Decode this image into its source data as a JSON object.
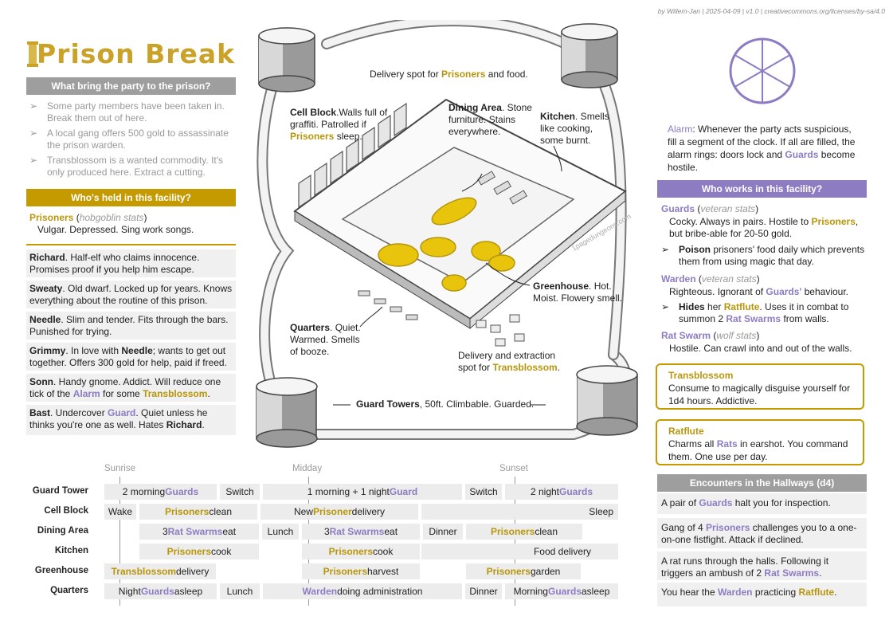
{
  "credit": "by Willem-Jan | 2025-04-09 | v1.0 | creativecommons.org/licenses/by-sa/4.0",
  "title": "Prison Break",
  "watermark": "1pagedungeons.com",
  "colors": {
    "gold": "#c49a00",
    "purple": "#8e7cc3",
    "gray": "#9e9e9e"
  },
  "hooks": {
    "header": "What bring the party to the prison?",
    "items": [
      "Some party members have been taken in. Break them out of here.",
      "A local gang offers 500 gold to assassinate the prison warden.",
      "Transblossom is a wanted commodity. It's only produced here. Extract a cutting."
    ]
  },
  "held": {
    "header": "Who's held in this facility?",
    "group_name": "Prisoners",
    "group_stats": "hobgoblin stats",
    "group_desc": "Vulgar. Depressed. Sing work songs.",
    "npcs": [
      {
        "name": "Richard",
        "text": ". Half-elf who claims innocence. Promises proof if you help him escape."
      },
      {
        "name": "Sweaty",
        "text": ". Old dwarf. Locked up for years. Knows everything about the routine of this prison."
      },
      {
        "name": "Needle",
        "text": ". Slim and tender. Fits through the bars. Punished for trying."
      },
      {
        "name": "Grimmy",
        "a": ". In love with ",
        "b": "Needle",
        "c": "; wants to get out together. Offers 300 gold for help, paid if freed."
      },
      {
        "name": "Sonn",
        "a": ". Handy gnome. Addict. Will reduce one tick of the ",
        "b": "Alarm",
        "c": " for some ",
        "d": "Transblossom",
        "e": "."
      },
      {
        "name": "Bast",
        "a": ". Undercover ",
        "b": "Guard",
        "c": ". Quiet unless he thinks you're one as well. Hates ",
        "d": "Richard",
        "e": "."
      }
    ]
  },
  "map": {
    "delivery_top_a": "Delivery spot for ",
    "delivery_top_b": "Prisoners",
    "delivery_top_c": " and food.",
    "cell_block_name": "Cell Block",
    "cell_block_text": ".Walls full of graffiti. Patrolled if ",
    "cell_block_prisoners": "Prisoners",
    "cell_block_end": " sleep.",
    "dining_name": "Dining Area",
    "dining_text": ". Stone furniture. Stains everywhere.",
    "kitchen_name": "Kitchen",
    "kitchen_text": ". Smells like cooking, some burnt.",
    "greenhouse_name": "Greenhouse",
    "greenhouse_text": ". Hot. Moist. Flowery smell.",
    "quarters_name": "Quarters",
    "quarters_text": ". Quiet. Warmed. Smells of booze.",
    "delivery_bottom_a": "Delivery and extraction spot for ",
    "delivery_bottom_b": "Transblossom",
    "delivery_bottom_c": ".",
    "towers_name": "Guard Towers",
    "towers_text": ", 50ft. Climbable. Guarded."
  },
  "alarm": {
    "name": "Alarm",
    "text": ": Whenever the party acts suspicious, fill a segment of the clock. If all are filled, the alarm rings: doors lock and ",
    "guards": "Guards",
    "end": " become hostile."
  },
  "works": {
    "header": "Who works in this facility?",
    "guards_name": "Guards",
    "guards_stats": "veteran stats",
    "guards_a": "Cocky. Always in pairs. Hostile to ",
    "guards_b": "Prisoners",
    "guards_c": ", but bribe-able for 20-50 gold.",
    "poison_name": "Poison",
    "poison_text": " prisoners' food daily which prevents them from using magic that day.",
    "warden_name": "Warden",
    "warden_stats": "veteran stats",
    "warden_a": "Righteous. Ignorant of ",
    "warden_b": "Guards'",
    "warden_c": " behaviour.",
    "hides_name": "Hides",
    "hides_a": " her ",
    "hides_b": "Ratflute",
    "hides_c": ". Uses it in combat to summon 2 ",
    "hides_d": "Rat Swarms",
    "hides_e": " from walls.",
    "rat_name": "Rat Swarm",
    "rat_stats": "wolf stats",
    "rat_desc": "Hostile. Can crawl into and out of the walls."
  },
  "items": [
    {
      "title": "Transblossom",
      "text": "Consume to magically disguise yourself for 1d4 hours. Addictive."
    },
    {
      "title": "Ratflute",
      "a": "Charms all ",
      "b": "Rats",
      "c": " in earshot. You command them. One use per day."
    }
  ],
  "encounters": {
    "header": "Encounters in the Hallways (d4)",
    "e1_a": "A pair of ",
    "e1_b": "Guards",
    "e1_c": " halt you for inspection.",
    "e2_a": "Gang of 4 ",
    "e2_b": "Prisoners",
    "e2_c": " challenges you to a one-on-one fistfight. Attack if declined.",
    "e3_a": "A rat runs through the halls. Following it triggers an ambush of 2 ",
    "e3_b": "Rat Swarms",
    "e3_c": ".",
    "e4_a": "You hear the ",
    "e4_b": "Warden",
    "e4_c": " practicing ",
    "e4_d": "Ratflute",
    "e4_e": "."
  },
  "schedule": {
    "times": [
      "Sunrise",
      "Midday",
      "Sunset"
    ],
    "rows": [
      {
        "label": "Guard Tower",
        "cells": [
          {
            "a": "2 morning ",
            "b": "Guards"
          },
          {
            "a": "Switch"
          },
          {
            "a": "1 morning + 1 night ",
            "b": "Guard"
          },
          {
            "a": "Switch"
          },
          {
            "a": "2 night ",
            "b": "Guards"
          }
        ]
      },
      {
        "label": "Cell Block",
        "cells": [
          {
            "a": "Wake"
          },
          {
            "g": "Prisoners",
            "a": " clean"
          },
          {
            "a": "New ",
            "g": "Prisoner",
            "c": " delivery"
          },
          {
            "a": "Sleep"
          }
        ]
      },
      {
        "label": "Dining Area",
        "cells": [
          {
            "a": "3 ",
            "b": "Rat Swarms",
            "c": " eat"
          },
          {
            "a": "Lunch"
          },
          {
            "a": "3 ",
            "b": "Rat Swarms",
            "c": " eat"
          },
          {
            "a": "Dinner"
          },
          {
            "g": "Prisoners",
            "a": " clean"
          }
        ]
      },
      {
        "label": "Kitchen",
        "cells": [
          {
            "g": "Prisoners",
            "a": " cook"
          },
          {
            "g": "Prisoners",
            "a": " cook"
          },
          {
            "a": "Food delivery"
          }
        ]
      },
      {
        "label": "Greenhouse",
        "cells": [
          {
            "g": "Transblossom",
            "a": " delivery"
          },
          {
            "g": "Prisoners",
            "a": " harvest"
          },
          {
            "g": "Prisoners",
            "a": " garden"
          }
        ]
      },
      {
        "label": "Quarters",
        "cells": [
          {
            "a": "Night ",
            "b": "Guards",
            "c": " asleep"
          },
          {
            "a": "Lunch"
          },
          {
            "b": "Warden",
            "c": " doing administration"
          },
          {
            "a": "Dinner"
          },
          {
            "a": "Morning ",
            "b": "Guards",
            "c": " asleep"
          }
        ]
      }
    ]
  }
}
